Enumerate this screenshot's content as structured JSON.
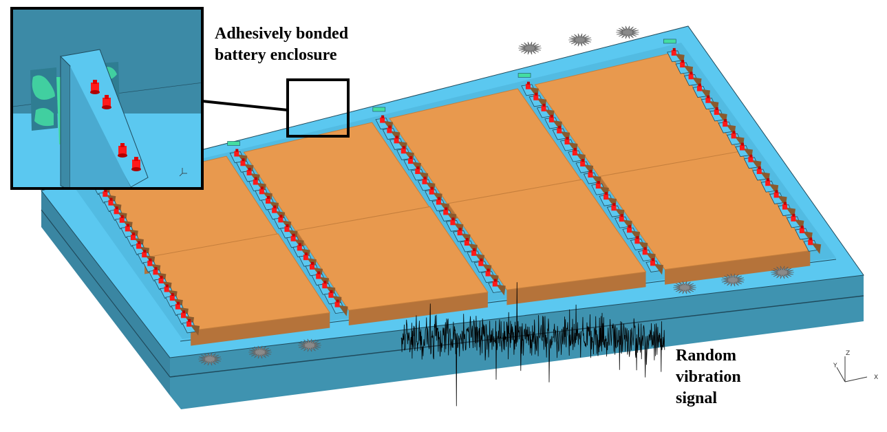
{
  "labels": {
    "enclosure_line1": "Adhesively bonded",
    "enclosure_line2": "battery enclosure",
    "vibration_line1": "Random",
    "vibration_line2": "vibration",
    "vibration_line3": "signal"
  },
  "axes": {
    "z": "Z",
    "y": "Y",
    "x": "X"
  },
  "colors": {
    "frame": "#5bc8f0",
    "frame_dark": "#3f93b0",
    "battery_top": "#e8994e",
    "battery_side": "#b5733a",
    "bracket": "#8a5a2e",
    "bolt": "#ff1a1a",
    "adhesive": "#44dda2",
    "signal": "#000000",
    "mount_gray": "#8a8a8a"
  }
}
